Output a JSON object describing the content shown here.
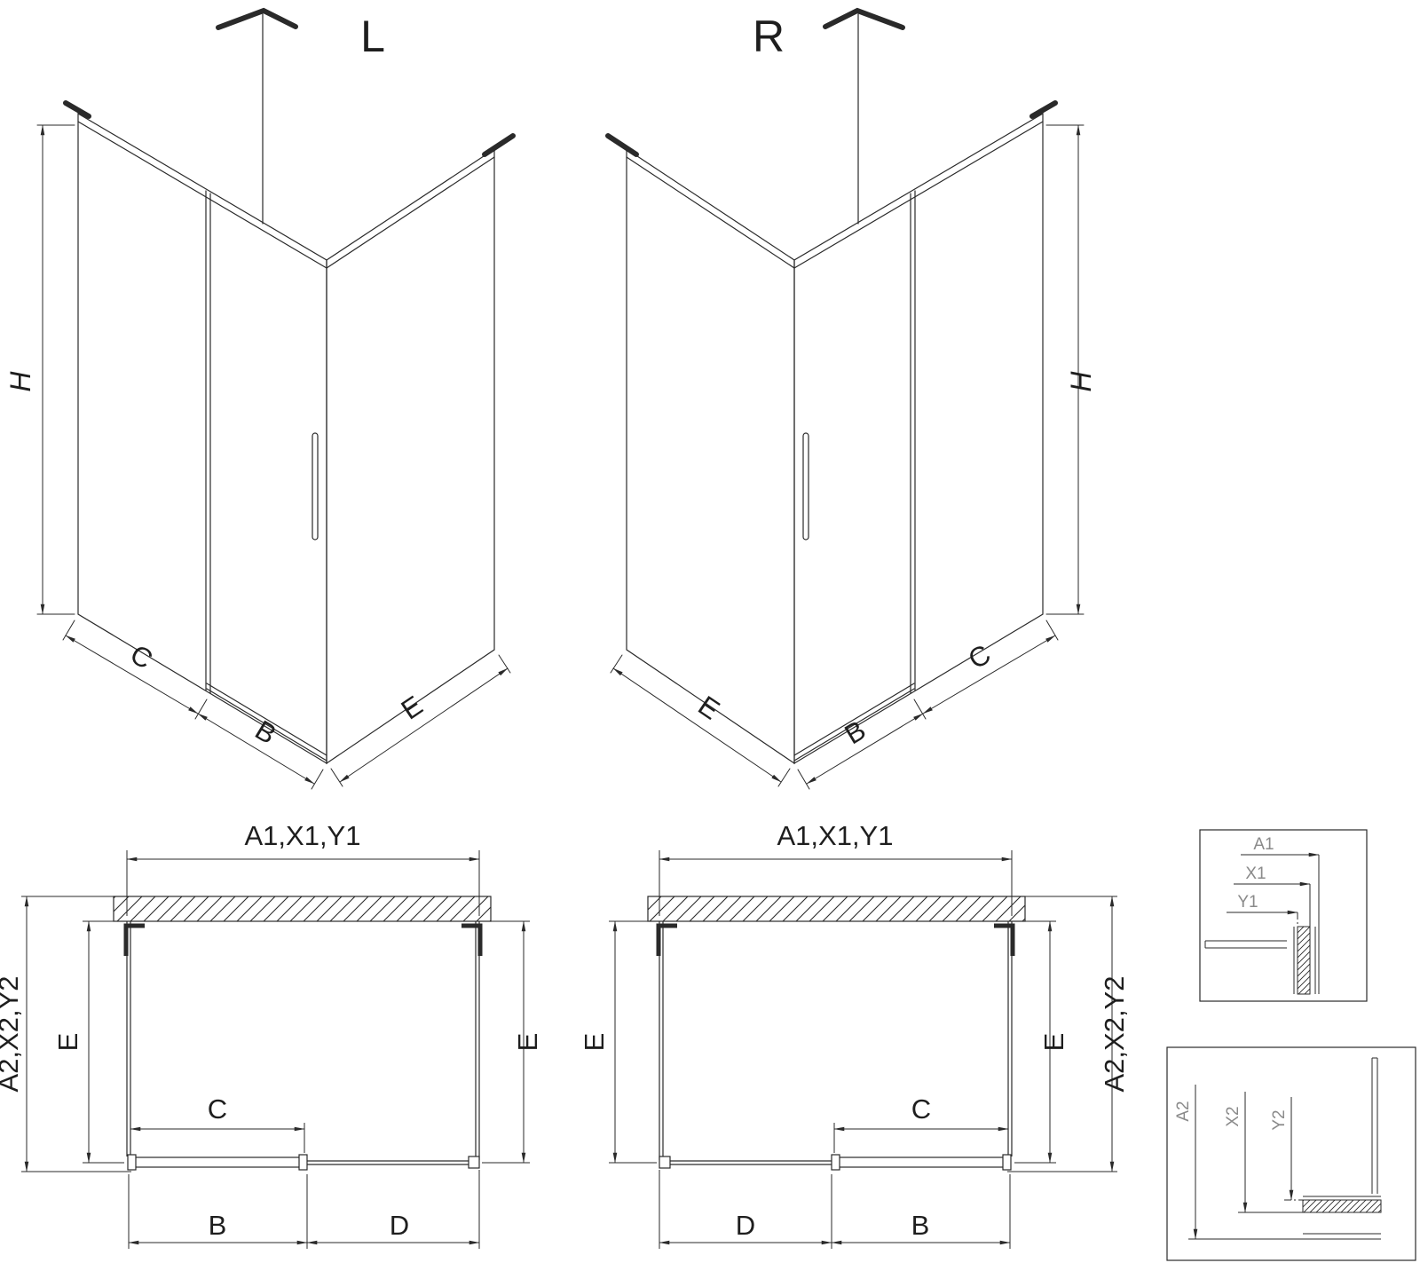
{
  "drawing": {
    "iso_left": {
      "title": "L",
      "dim_h": "H",
      "dim_c": "C",
      "dim_b": "B",
      "dim_e": "E"
    },
    "iso_right": {
      "title": "R",
      "dim_h": "H",
      "dim_c": "C",
      "dim_b": "B",
      "dim_e": "E"
    },
    "plan_left": {
      "dim_top": "A1,X1,Y1",
      "dim_side": "A2,X2,Y2",
      "dim_e_left": "E",
      "dim_e_right": "E",
      "dim_c": "C",
      "dim_b": "B",
      "dim_d": "D"
    },
    "plan_right": {
      "dim_top": "A1,X1,Y1",
      "dim_side": "A2,X2,Y2",
      "dim_e_left": "E",
      "dim_e_right": "E",
      "dim_c": "C",
      "dim_b": "B",
      "dim_d": "D"
    },
    "detail_top": {
      "dim_a1": "A1",
      "dim_x1": "X1",
      "dim_y1": "Y1"
    },
    "detail_bottom": {
      "dim_a2": "A2",
      "dim_x2": "X2",
      "dim_y2": "Y2"
    }
  },
  "colors": {
    "line": "#2a2a2a",
    "detail_label": "#8a8a8a",
    "background": "#ffffff"
  }
}
